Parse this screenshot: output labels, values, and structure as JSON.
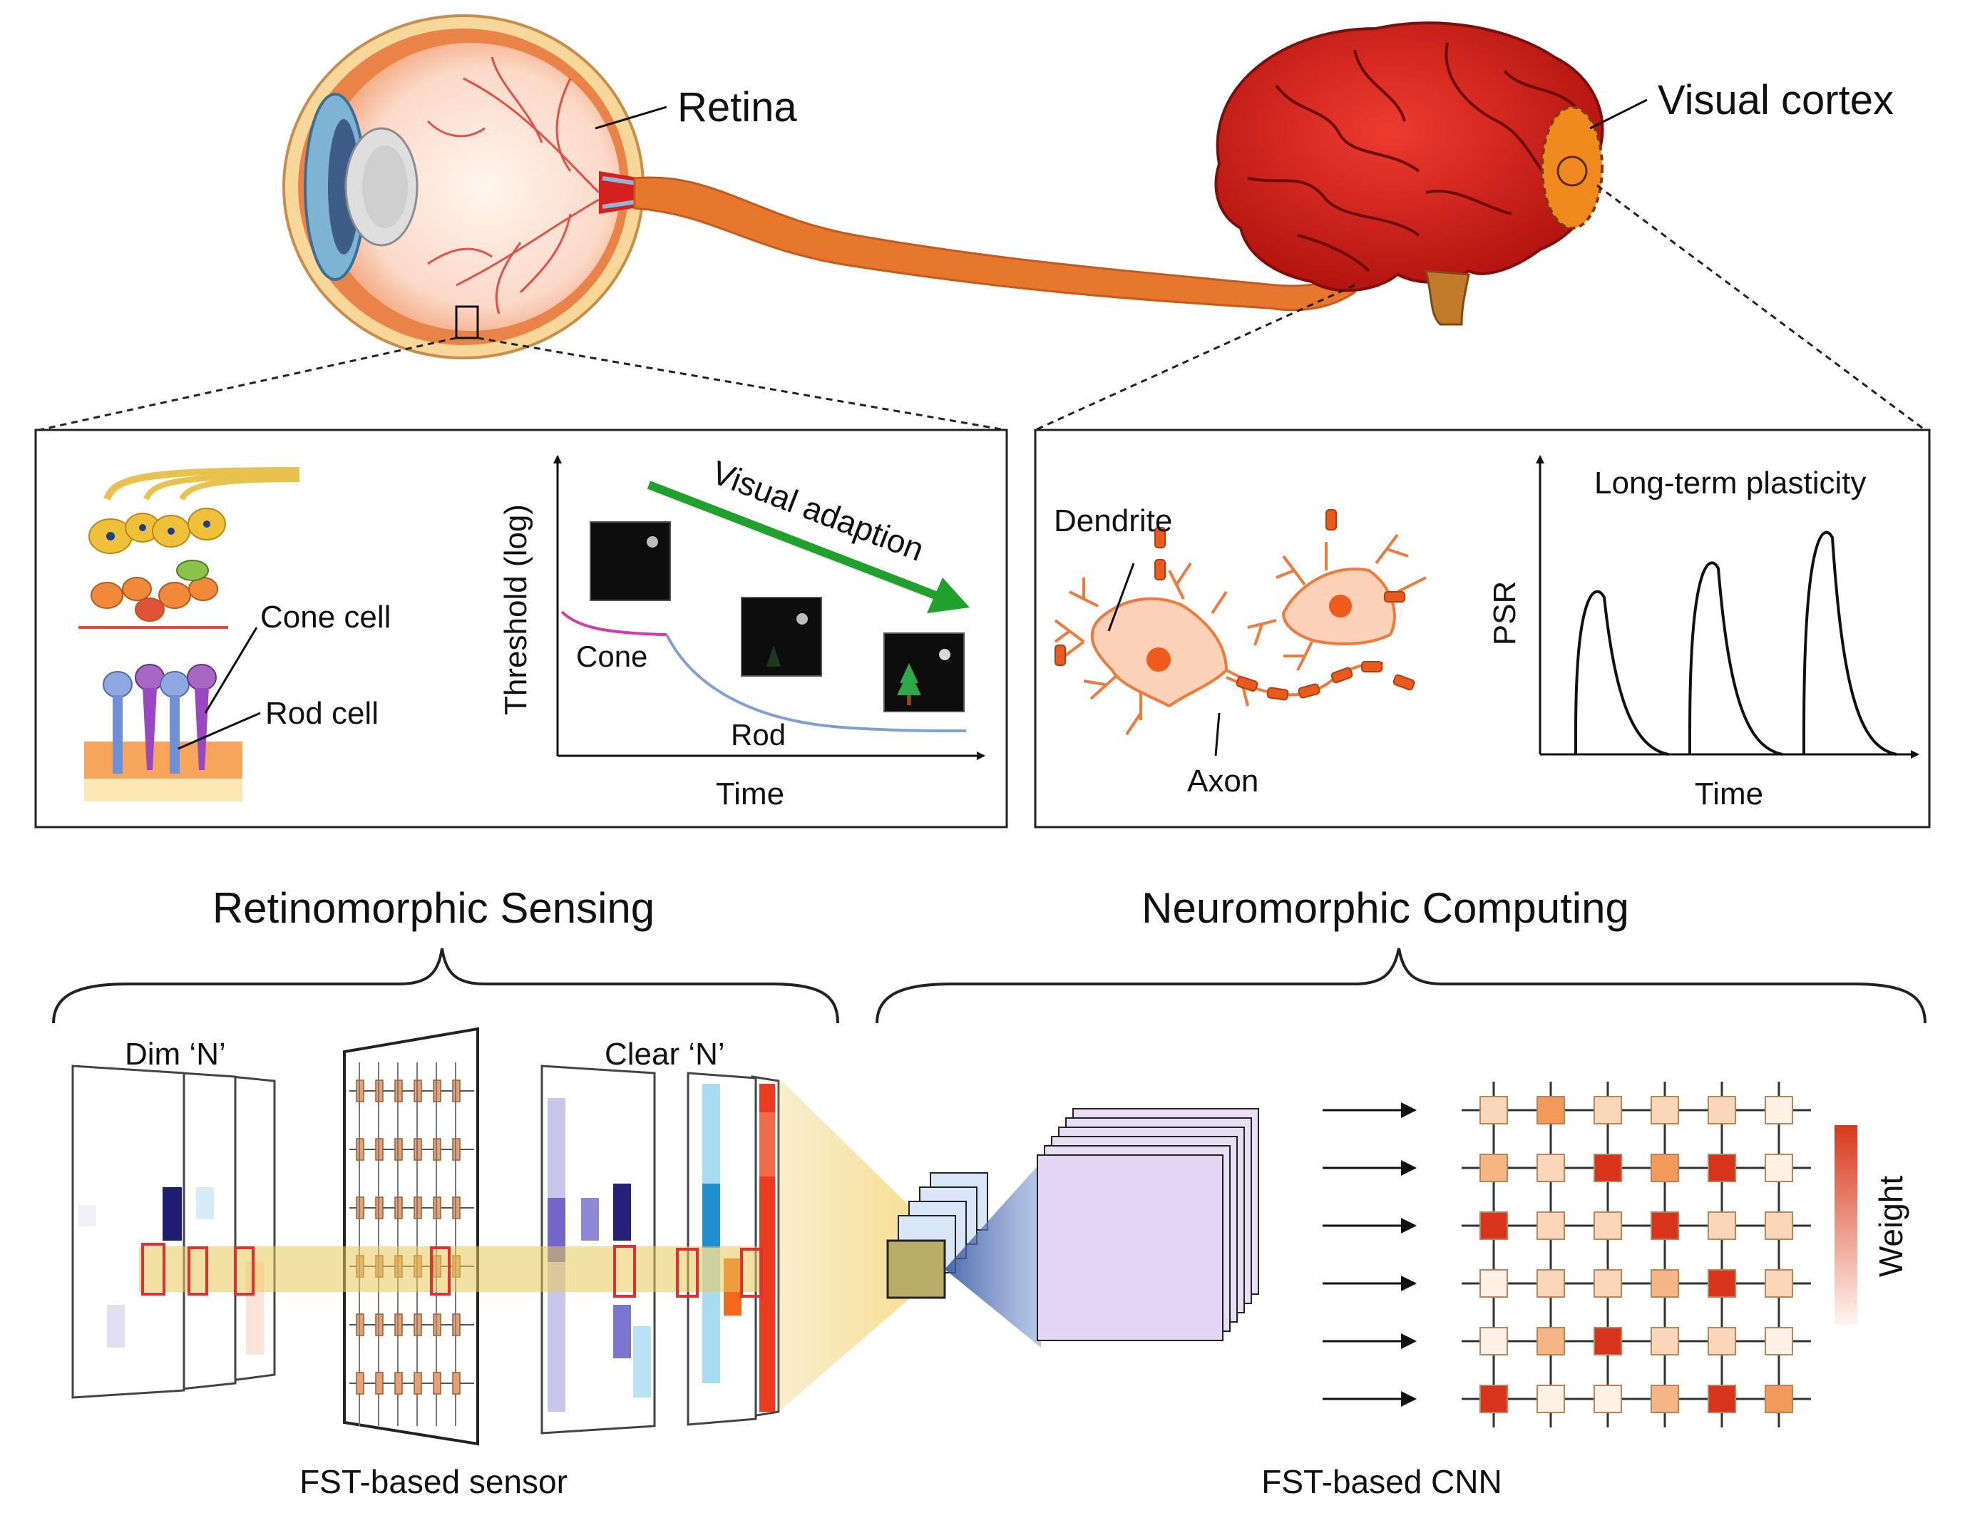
{
  "labels": {
    "retina": "Retina",
    "visual_cortex": "Visual cortex",
    "cone_cell": "Cone cell",
    "rod_cell": "Rod cell",
    "dendrite": "Dendrite",
    "axon": "Axon",
    "retinomorphic_sensing": "Retinomorphic Sensing",
    "neuromorphic_computing": "Neuromorphic Computing",
    "dim_n": "Dim ‘N’",
    "clear_n": "Clear ‘N’",
    "fst_sensor": "FST-based sensor",
    "fst_cnn": "FST-based CNN",
    "weight": "Weight"
  },
  "adaptation_plot": {
    "ylabel": "Threshold (log)",
    "xlabel": "Time",
    "arrow_label": "Visual adaption",
    "curve_cone": "Cone",
    "curve_rod": "Rod"
  },
  "plasticity_plot": {
    "ylabel": "PSR",
    "xlabel": "Time",
    "title": "Long-term plasticity",
    "peak_levels": [
      1,
      1.17,
      1.35
    ]
  },
  "weight_matrix": [
    [
      1,
      3,
      1,
      1,
      1,
      0
    ],
    [
      2,
      1,
      5,
      3,
      5,
      0
    ],
    [
      5,
      1,
      1,
      5,
      1,
      1
    ],
    [
      0,
      1,
      1,
      2,
      5,
      1
    ],
    [
      0,
      2,
      5,
      1,
      1,
      0
    ],
    [
      5,
      0,
      0,
      2,
      5,
      3
    ]
  ],
  "colors": {
    "brain": "#d8231e",
    "nerve": "#e8772e",
    "visual_cortex": "#f08a1e",
    "cone_curve": "#d63aa8",
    "rod_curve": "#7f9fd8",
    "adaption_arrow": "#1fa12b",
    "beam_yellow": "#e9c85a",
    "beam_blue": "#3f66b0"
  }
}
